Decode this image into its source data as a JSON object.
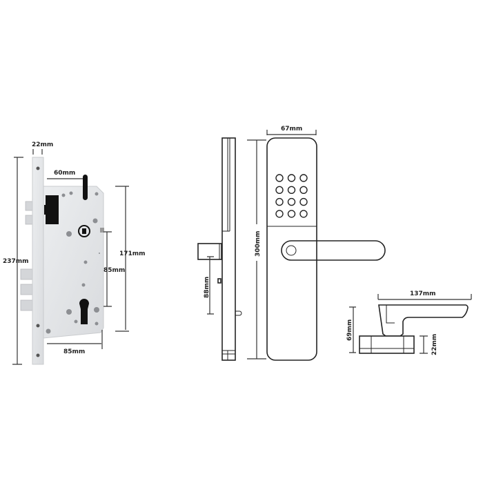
{
  "mortise": {
    "faceplate_width": "22mm",
    "backset": "60mm",
    "faceplate_height": "237mm",
    "case_height": "171mm",
    "center_distance": "85mm",
    "case_width": "85mm"
  },
  "side_view": {
    "spindle_offset": "88mm"
  },
  "front_view": {
    "width": "67mm",
    "height": "300mm",
    "keypad_rows": 4,
    "keypad_cols": 3
  },
  "handle_profile": {
    "length": "137mm",
    "height": "69mm",
    "rose_height": "22mm"
  },
  "colors": {
    "metal": "#e6e7ea",
    "line": "#222222",
    "hole": "#8d8f93"
  }
}
